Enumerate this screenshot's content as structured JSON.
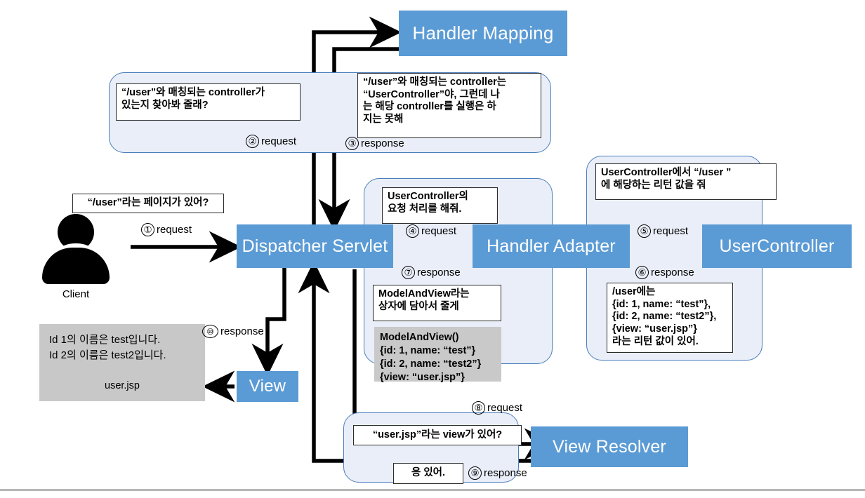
{
  "diagram": {
    "title": "Spring MVC Dispatcher Servlet request flow",
    "accent_blue": "#5b9bd5",
    "panel_fill": "#e9eef8",
    "panel_stroke": "#4a7ebb",
    "gray_fill": "#c8c8c8"
  },
  "nodes": {
    "handler_mapping": "Handler Mapping",
    "dispatcher_servlet": "Dispatcher Servlet",
    "handler_adapter": "Handler Adapter",
    "user_controller": "UserController",
    "view": "View",
    "view_resolver": "View Resolver"
  },
  "client": {
    "label": "Client",
    "callout": "“/user”라는 페이지가 있어?"
  },
  "steps": [
    {
      "num": "①",
      "label": "request"
    },
    {
      "num": "②",
      "label": "request"
    },
    {
      "num": "③",
      "label": "response"
    },
    {
      "num": "④",
      "label": "request"
    },
    {
      "num": "⑤",
      "label": "request"
    },
    {
      "num": "⑥",
      "label": "response"
    },
    {
      "num": "⑦",
      "label": "response"
    },
    {
      "num": "⑧",
      "label": "request"
    },
    {
      "num": "⑨",
      "label": "response"
    },
    {
      "num": "⑩",
      "label": "response"
    }
  ],
  "callouts": {
    "handler_mapping_request_l1": "“/user”와 매칭되는 controller가",
    "handler_mapping_request_l2": "있는지 찾아봐 줄래?",
    "handler_mapping_response_l1": "“/user”와 매칭되는 controller는",
    "handler_mapping_response_l2": "“UserController”야, 그런데 나",
    "handler_mapping_response_l3": "는 해당 controller를 실행은 하",
    "handler_mapping_response_l4": "지는 못해",
    "handler_adapter_request_l1": "UserController의",
    "handler_adapter_request_l2": "요청 처리를 해줘.",
    "handler_adapter_response_l1": "ModelAndView라는",
    "handler_adapter_response_l2": "상자에 담아서 줄게",
    "user_controller_request_l1": "UserController에서 “/user ”",
    "user_controller_request_l2": "에 해당하는 리턴 값을 줘",
    "user_controller_response_l1": "/user에는",
    "user_controller_response_l2": "{id: 1, name: “test”},",
    "user_controller_response_l3": "{id: 2, name: “test2”},",
    "user_controller_response_l4": "{view: “user.jsp”}",
    "user_controller_response_l5": "라는 리턴 값이 있어.",
    "view_resolver_request": "“user.jsp”라는 view가 있어?",
    "view_resolver_response": "응 있어."
  },
  "model_and_view": {
    "l1": "ModelAndView()",
    "l2": "{id: 1, name: “test”}",
    "l3": "{id: 2, name: “test2”}",
    "l4": "{view: “user.jsp”}"
  },
  "browser_output": {
    "l1": "Id 1의 이름은 test입니다.",
    "l2": "Id 2의 이름은 test2입니다.",
    "file": "user.jsp"
  }
}
